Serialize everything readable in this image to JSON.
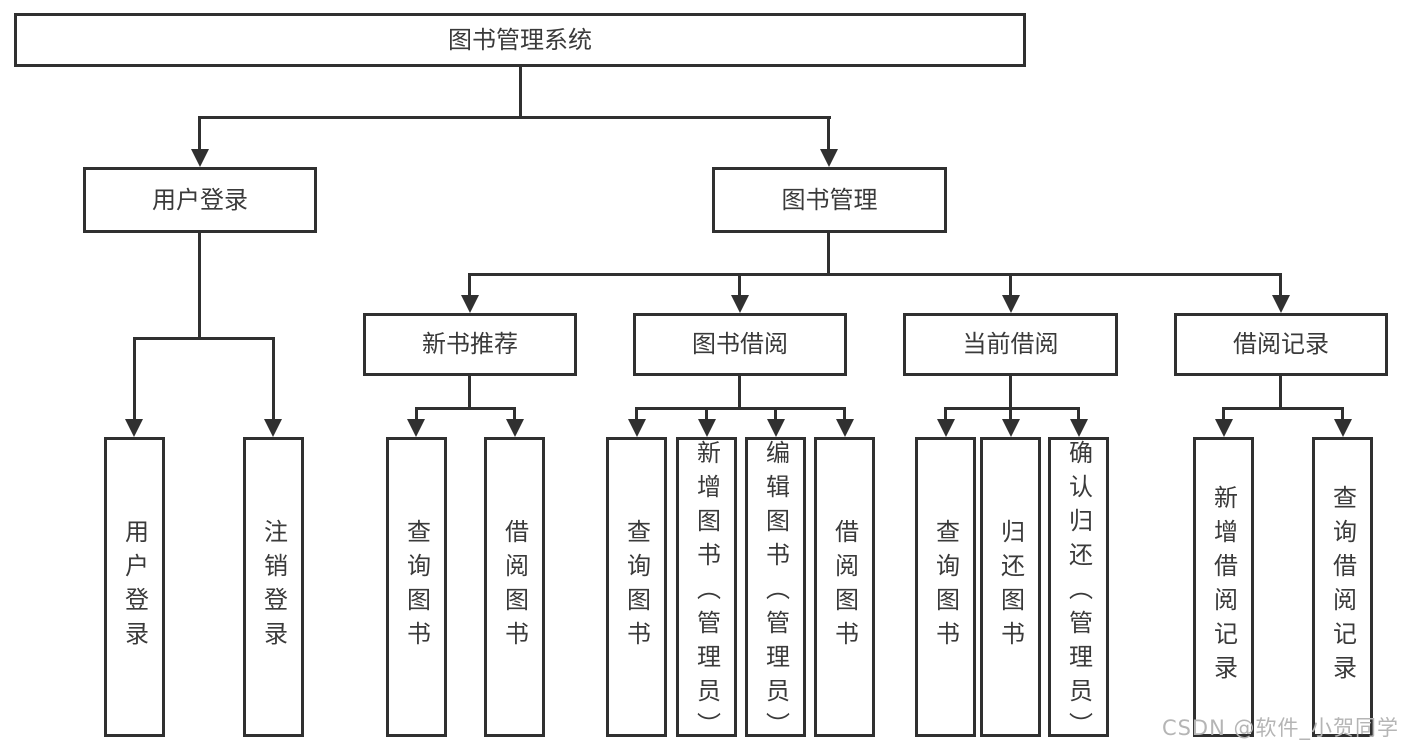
{
  "tree": {
    "label": "图书管理系统",
    "children": [
      {
        "label": "用户登录",
        "children": [
          {
            "label": "用户登录"
          },
          {
            "label": "注销登录"
          }
        ]
      },
      {
        "label": "图书管理",
        "children": [
          {
            "label": "新书推荐",
            "children": [
              {
                "label": "查询图书"
              },
              {
                "label": "借阅图书"
              }
            ]
          },
          {
            "label": "图书借阅",
            "children": [
              {
                "label": "查询图书"
              },
              {
                "label": "新增图书（管理员）"
              },
              {
                "label": "编辑图书（管理员）"
              },
              {
                "label": "借阅图书"
              }
            ]
          },
          {
            "label": "当前借阅",
            "children": [
              {
                "label": "查询图书"
              },
              {
                "label": "归还图书"
              },
              {
                "label": "确认归还（管理员）"
              }
            ]
          },
          {
            "label": "借阅记录",
            "children": [
              {
                "label": "新增借阅记录"
              },
              {
                "label": "查询借阅记录"
              }
            ]
          }
        ]
      }
    ]
  },
  "watermark": {
    "text": "CSDN @软件_小贺同学"
  },
  "colors": {
    "line": "#303030",
    "text": "#3a3a3a",
    "watermark": "#b5b5b5"
  }
}
